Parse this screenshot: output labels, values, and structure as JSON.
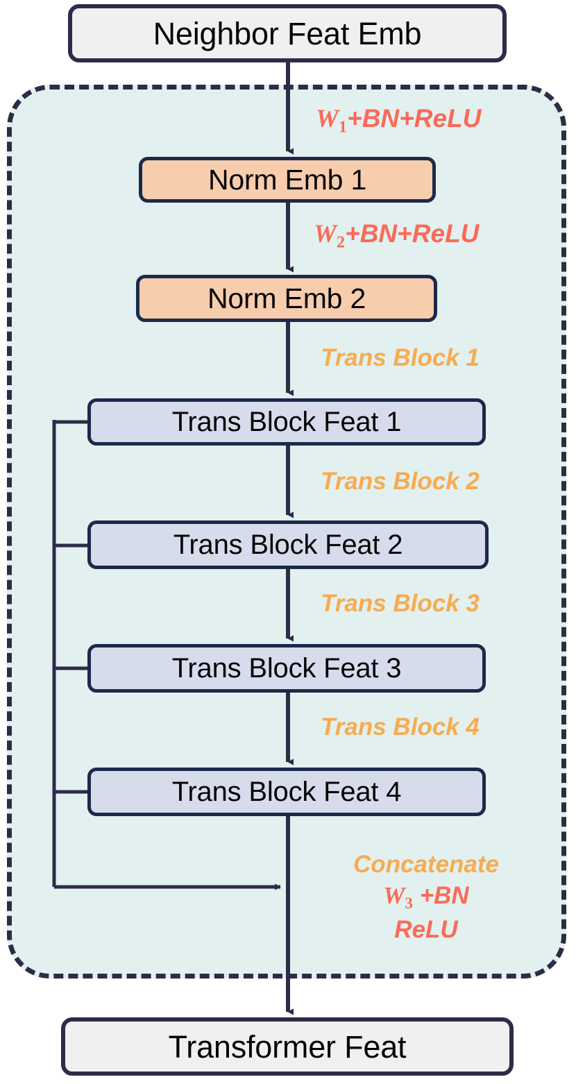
{
  "diagram": {
    "title": "Transformer feature extraction branch",
    "type": "flowchart",
    "colors": {
      "region_fill": "#e2f1ef",
      "region_border": "#2e2b47",
      "node_border": "#1b2a4a",
      "plain_fill": "#f0f0f0",
      "peach_fill": "#f7cdae",
      "bluegrey_fill": "#d7dcec",
      "red_label": "#fb6a58",
      "orange_label": "#f8ab4f",
      "arrow": "#2e2b47"
    }
  },
  "nodes": {
    "neighbor_feat_emb": "Neighbor Feat Emb",
    "norm_emb_1": "Norm Emb 1",
    "norm_emb_2": "Norm Emb 2",
    "trans_block_feat_1": "Trans Block Feat 1",
    "trans_block_feat_2": "Trans Block Feat 2",
    "trans_block_feat_3": "Trans Block Feat 3",
    "trans_block_feat_4": "Trans Block Feat 4",
    "transformer_feat": "Transformer Feat"
  },
  "edge_labels": {
    "w1": {
      "symbol": "W",
      "sub": "1",
      "rest": "+BN+ReLU"
    },
    "w2": {
      "symbol": "W",
      "sub": "2",
      "rest": "+BN+ReLU"
    },
    "trans_block_1": "Trans Block 1",
    "trans_block_2": "Trans Block 2",
    "trans_block_3": "Trans Block 3",
    "trans_block_4": "Trans Block 4",
    "concatenate": "Concatenate",
    "w3": {
      "symbol": "W",
      "sub": "3",
      "rest": " +BN"
    },
    "relu": "ReLU"
  }
}
